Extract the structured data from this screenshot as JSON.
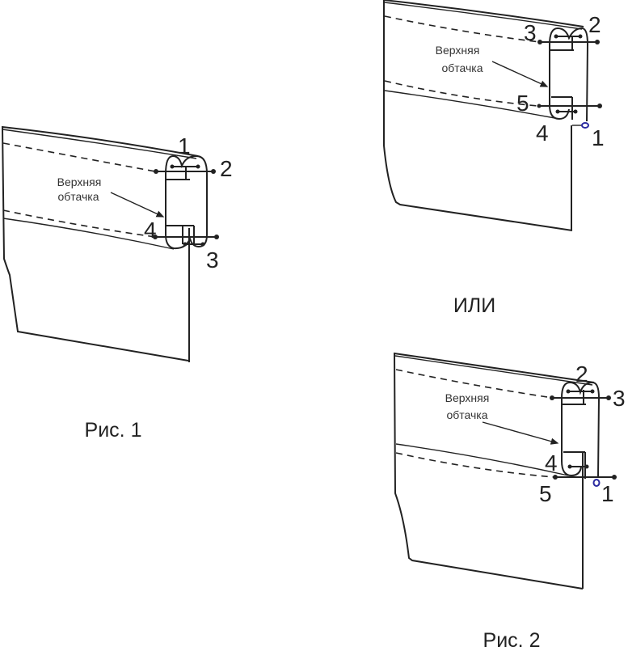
{
  "figure1": {
    "caption": "Рис. 1",
    "label_line1": "Верхняя",
    "label_line2": "обтачка",
    "points": [
      "1",
      "2",
      "3",
      "4"
    ]
  },
  "separator": "ИЛИ",
  "figure2": {
    "caption": "Рис. 2",
    "variant_a": {
      "label_line1": "Верхняя",
      "label_line2": "обтачка",
      "points": [
        "3",
        "2",
        "5",
        "4",
        "1"
      ]
    },
    "variant_b": {
      "label_line1": "Верхняя",
      "label_line2": "обтачка",
      "points": [
        "2",
        "3",
        "4",
        "5",
        "1"
      ]
    }
  },
  "colors": {
    "line": "#222222",
    "marker": "#2a2aa0"
  }
}
